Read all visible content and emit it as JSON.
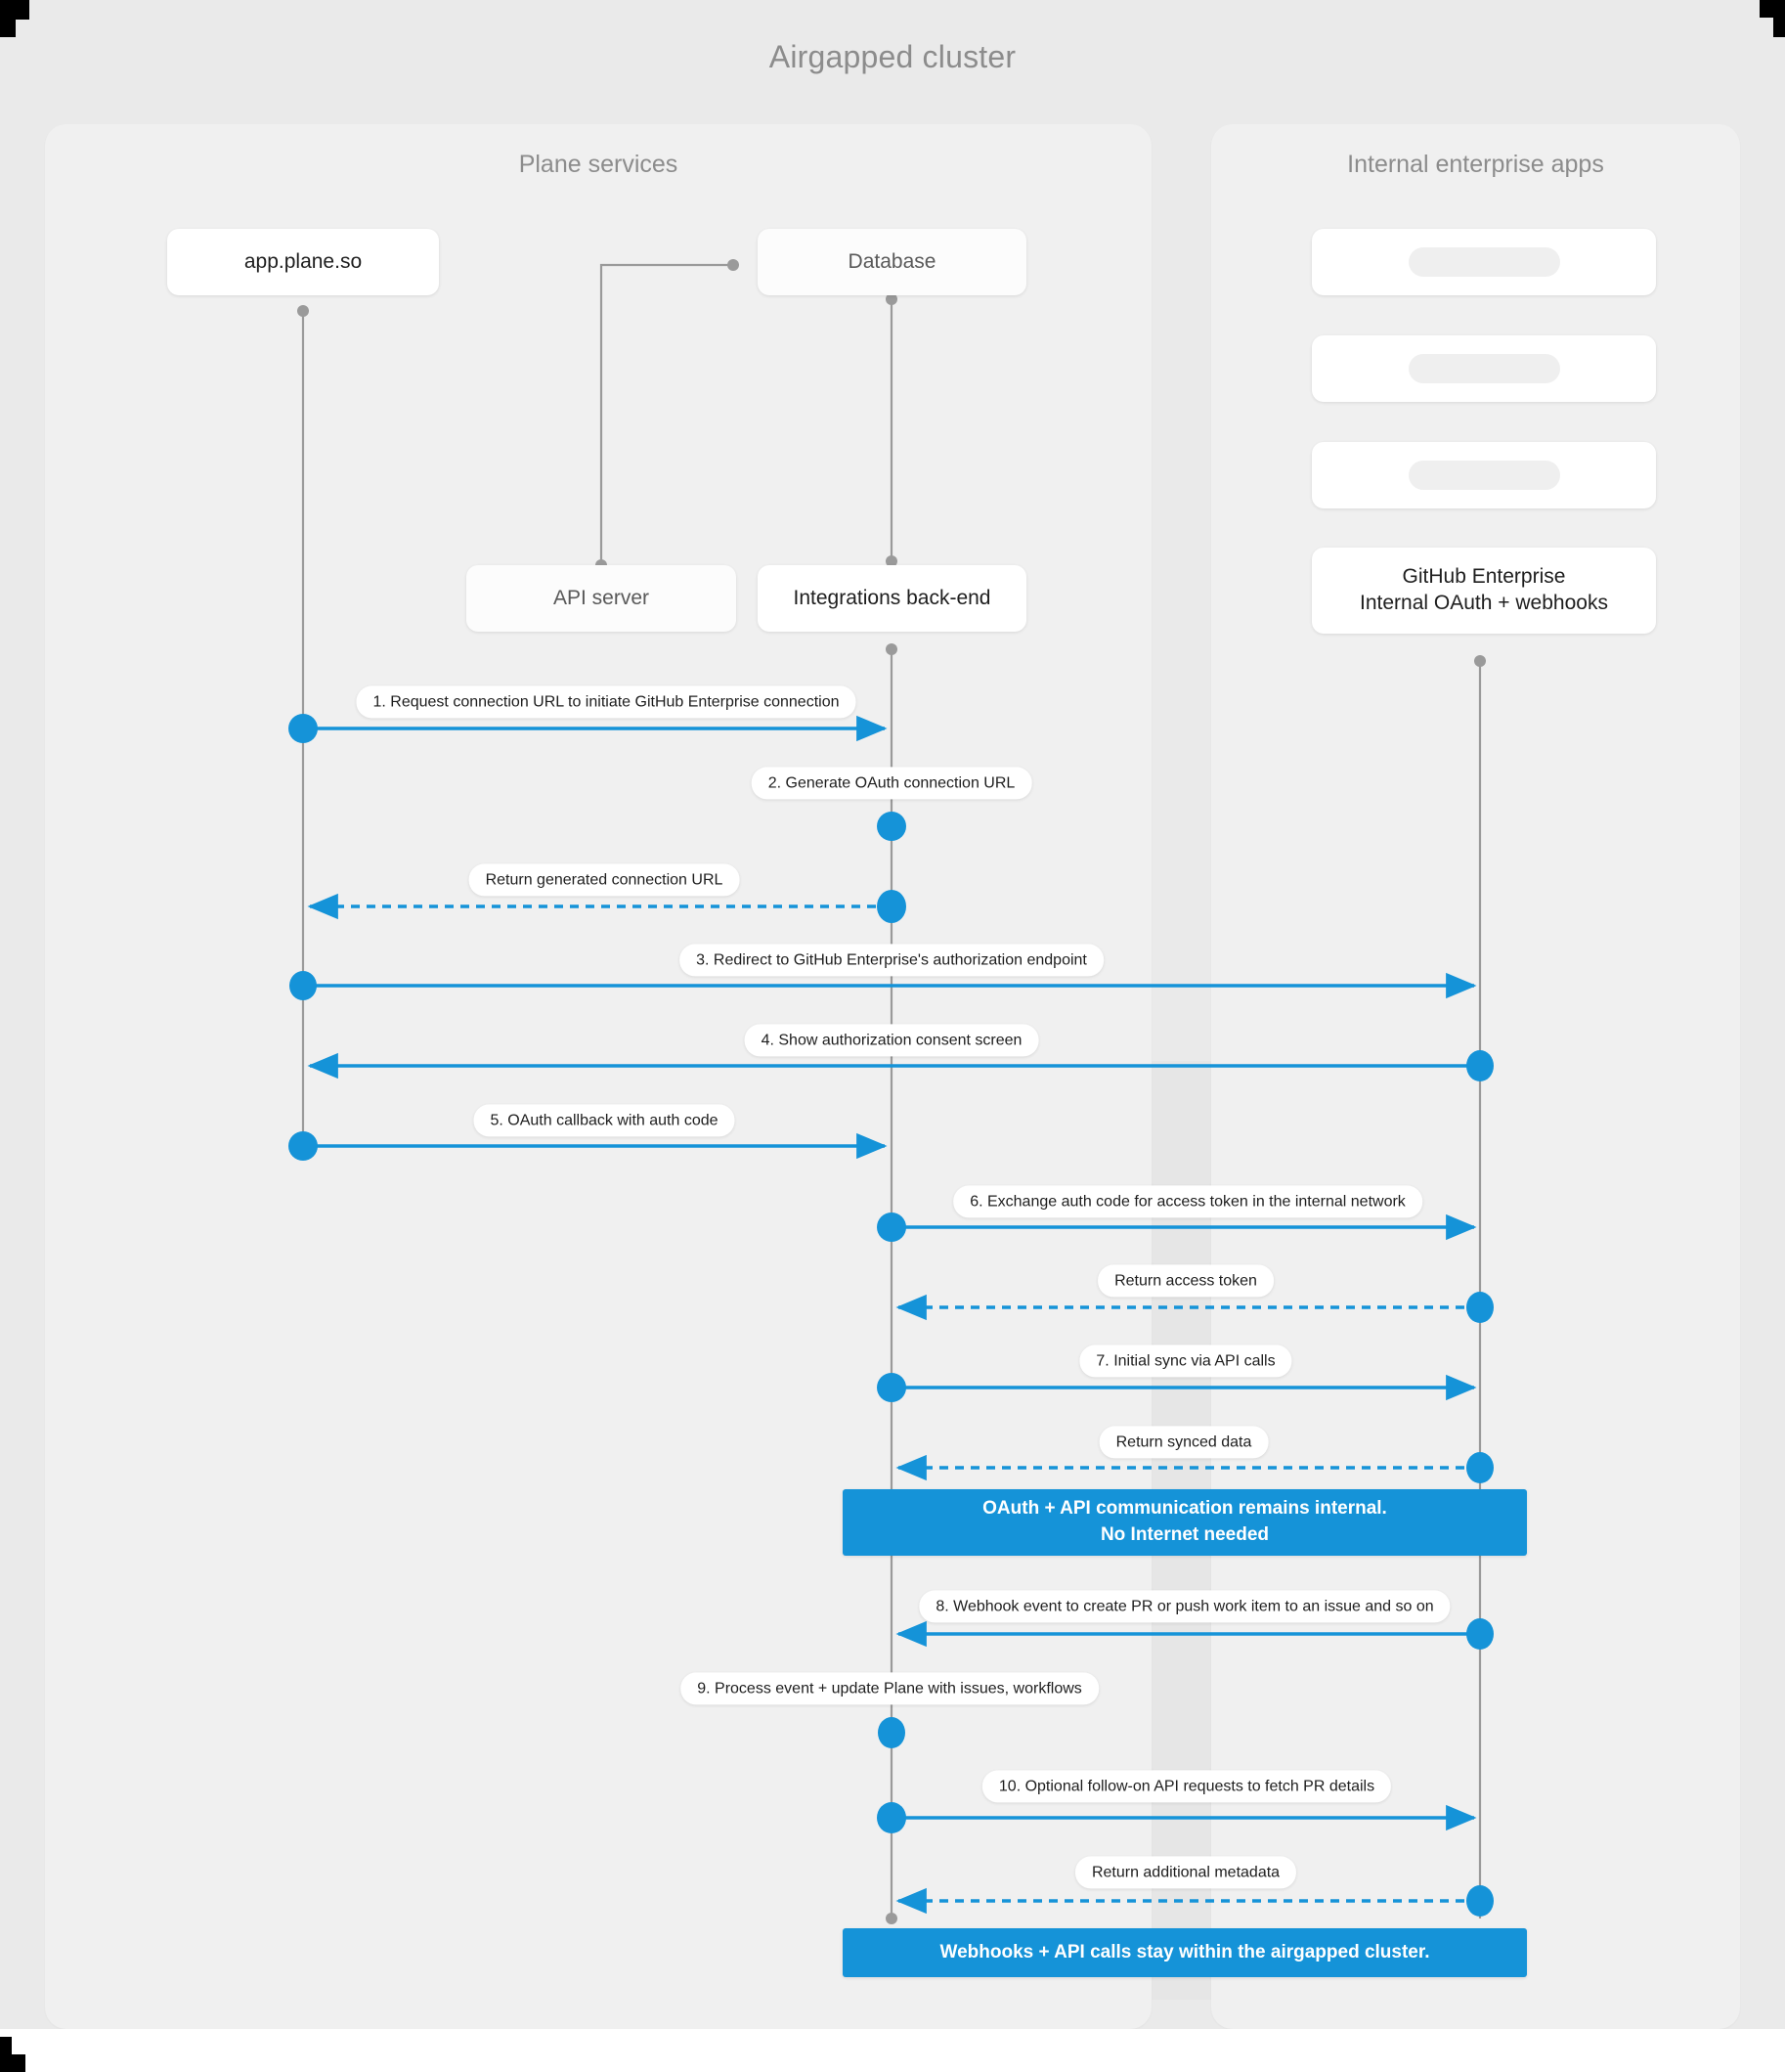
{
  "title": "Airgapped cluster",
  "groups": [
    {
      "id": "plane",
      "title": "Plane services"
    },
    {
      "id": "enterprise",
      "title": "Internal enterprise apps"
    }
  ],
  "participants": {
    "app": "app.plane.so",
    "database": "Database",
    "api_server": "API server",
    "integrations_backend": "Integrations back-end",
    "github_line1": "GitHub Enterprise",
    "github_line2": "Internal OAuth + webhooks"
  },
  "messages": [
    {
      "n": 1,
      "label": "1. Request connection URL to initiate GitHub Enterprise connection",
      "from": "app",
      "to": "integrations_backend",
      "style": "solid"
    },
    {
      "n": 2,
      "label": "2. Generate OAuth connection URL",
      "from": "integrations_backend",
      "to": "integrations_backend",
      "style": "self"
    },
    {
      "n": 3,
      "label": "Return generated connection URL",
      "from": "integrations_backend",
      "to": "app",
      "style": "dashed"
    },
    {
      "n": 4,
      "label": "3. Redirect to GitHub Enterprise's authorization endpoint",
      "from": "app",
      "to": "github",
      "style": "solid"
    },
    {
      "n": 5,
      "label": "4. Show authorization consent screen",
      "from": "github",
      "to": "app",
      "style": "solid"
    },
    {
      "n": 6,
      "label": "5. OAuth callback with auth code",
      "from": "app",
      "to": "integrations_backend",
      "style": "solid"
    },
    {
      "n": 7,
      "label": "6. Exchange auth code for access token in the internal network",
      "from": "integrations_backend",
      "to": "github",
      "style": "solid"
    },
    {
      "n": 8,
      "label": "Return access token",
      "from": "github",
      "to": "integrations_backend",
      "style": "dashed"
    },
    {
      "n": 9,
      "label": "7. Initial sync via API calls",
      "from": "integrations_backend",
      "to": "github",
      "style": "solid"
    },
    {
      "n": 10,
      "label": "Return synced data",
      "from": "github",
      "to": "integrations_backend",
      "style": "dashed"
    },
    {
      "n": 11,
      "label": "8. Webhook event to create PR  or push work item to an issue  and so on",
      "from": "github",
      "to": "integrations_backend",
      "style": "solid"
    },
    {
      "n": 12,
      "label": "9. Process event + update Plane with issues, workflows",
      "from": "integrations_backend",
      "to": "integrations_backend",
      "style": "self"
    },
    {
      "n": 13,
      "label": "10. Optional follow-on API requests to fetch PR details",
      "from": "integrations_backend",
      "to": "github",
      "style": "solid"
    },
    {
      "n": 14,
      "label": "Return additional metadata",
      "from": "github",
      "to": "integrations_backend",
      "style": "dashed"
    }
  ],
  "notes": [
    {
      "id": "note-1",
      "line1": "OAuth + API communication remains internal.",
      "line2": "No Internet needed"
    },
    {
      "id": "note-2",
      "line1": "Webhooks + API calls stay within the airgapped cluster.",
      "line2": ""
    }
  ],
  "colors": {
    "accent": "#1593d8",
    "canvas": "#eaeaea",
    "group_bg": "#f0f0f0",
    "lifeline": "#8f8f8f",
    "title_text": "#8c8c8c"
  }
}
